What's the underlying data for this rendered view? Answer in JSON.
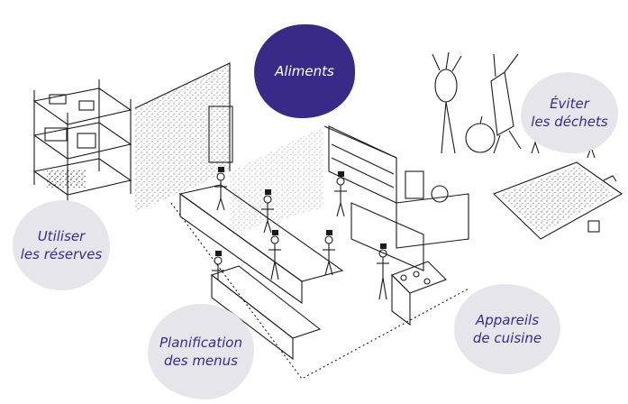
{
  "labels": {
    "aliments": "Aliments",
    "eviter_dechets": "Éviter\nles déchets",
    "utiliser_reserves": "Utiliser\nles réserves",
    "planification_menus": "Planification\ndes menus",
    "appareils_cuisine": "Appareils\nde cuisine"
  },
  "colors": {
    "primary_blob": "#3a2a87",
    "secondary_blob": "#e6e6ea",
    "label_text": "#3b2a8c",
    "ink": "#1a1a1a"
  }
}
